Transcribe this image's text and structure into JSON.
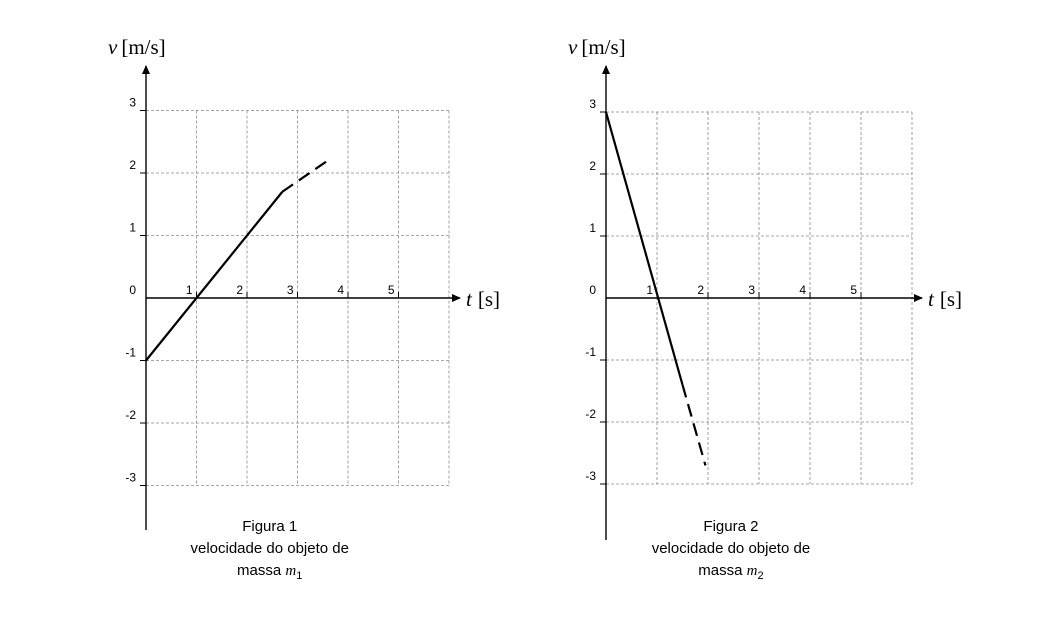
{
  "chart_data": [
    {
      "type": "line",
      "caption": [
        "Figura 1",
        "velocidade do objeto de",
        "massa "
      ],
      "caption_symbol": "m",
      "caption_subscript": "1",
      "xlabel_symbol": "t",
      "xlabel_unit": "[s]",
      "ylabel_symbol": "v",
      "ylabel_unit": "[m/s]",
      "xlim": [
        0,
        5
      ],
      "ylim": [
        -3,
        3
      ],
      "x_ticks": [
        "1",
        "2",
        "3",
        "4",
        "5"
      ],
      "y_ticks": [
        "3",
        "2",
        "1",
        "0",
        "-1",
        "-2",
        "-3"
      ],
      "grid": true,
      "series": [
        {
          "solid": {
            "x": [
              0,
              2.7
            ],
            "y": [
              -1,
              1.7
            ]
          },
          "dashed": {
            "x": [
              2.7,
              3.6
            ],
            "y": [
              1.7,
              2.2
            ]
          }
        }
      ]
    },
    {
      "type": "line",
      "caption": [
        "Figura 2",
        "velocidade do objeto de",
        "massa "
      ],
      "caption_symbol": "m",
      "caption_subscript": "2",
      "xlabel_symbol": "t",
      "xlabel_unit": "[s]",
      "ylabel_symbol": "v",
      "ylabel_unit": "[m/s]",
      "xlim": [
        0,
        5
      ],
      "ylim": [
        -3,
        3
      ],
      "x_ticks": [
        "1",
        "2",
        "3",
        "4",
        "5"
      ],
      "y_ticks": [
        "3",
        "2",
        "1",
        "0",
        "-1",
        "-2",
        "-3"
      ],
      "grid": true,
      "series": [
        {
          "solid": {
            "x": [
              0,
              1.5
            ],
            "y": [
              3,
              -1.4
            ]
          },
          "dashed": {
            "x": [
              1.5,
              1.95
            ],
            "y": [
              -1.4,
              -2.7
            ]
          }
        }
      ]
    }
  ]
}
